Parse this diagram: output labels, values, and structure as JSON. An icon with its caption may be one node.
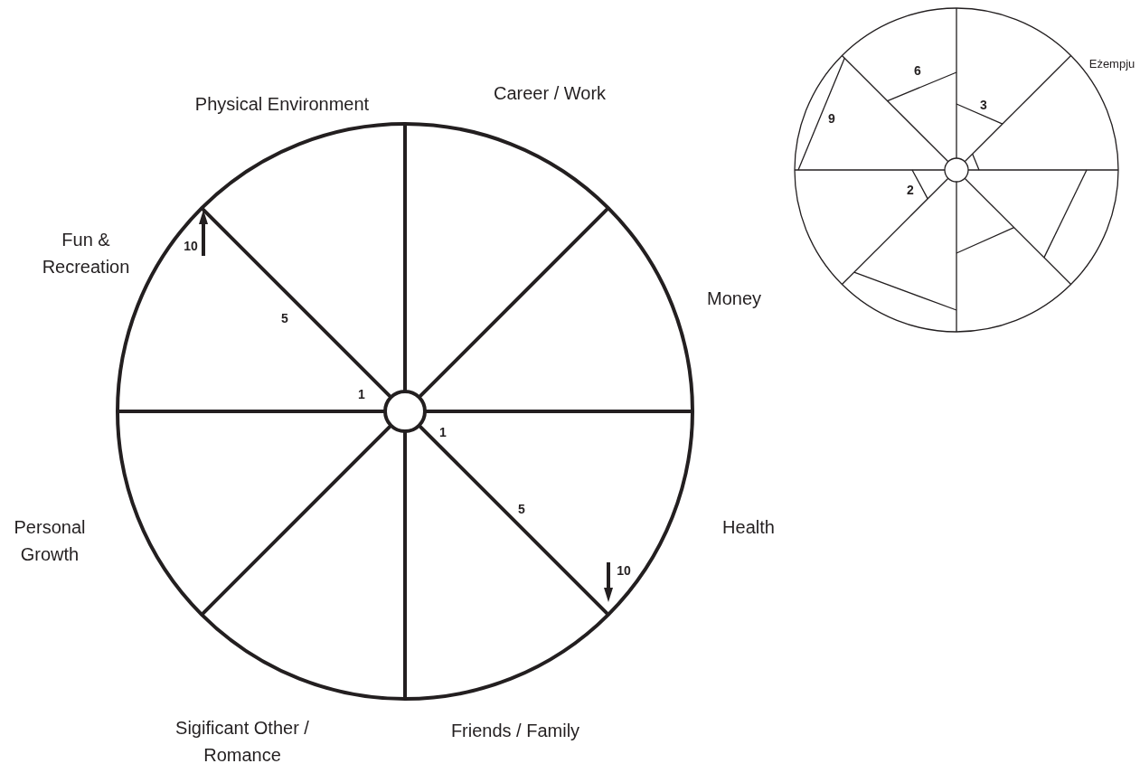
{
  "diagram": {
    "labels": [
      "Physical Environment",
      "Career / Work",
      "Eżempju",
      "6",
      "3",
      "9",
      "Fun & Recreation",
      "10",
      "2",
      "Money",
      "5",
      "1",
      "1",
      "Personal Growth",
      "5",
      "Health",
      "10",
      "Sigificant Other / Romance",
      "Friends / Family"
    ]
  }
}
